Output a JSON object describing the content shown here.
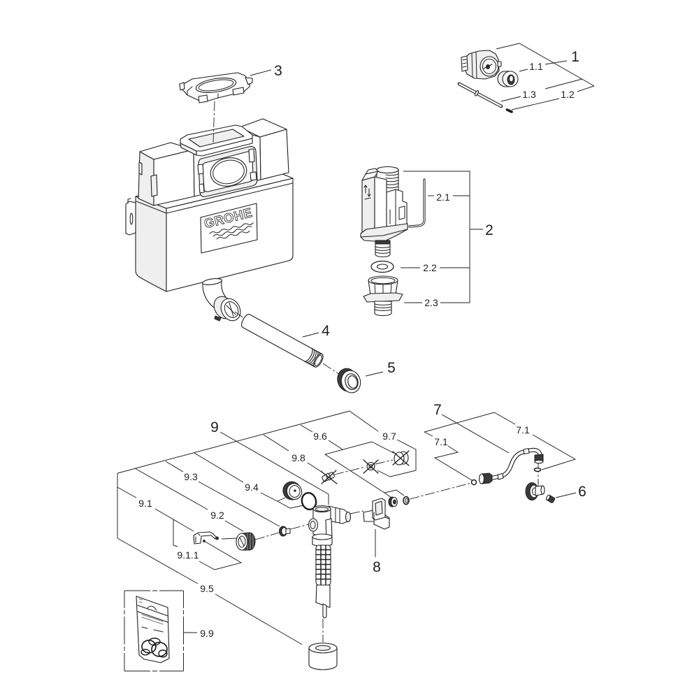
{
  "logo": {
    "text": "GROHE"
  },
  "colors": {
    "line": "#1e1e1e",
    "background": "#ffffff",
    "shade": "#efefef",
    "dark_fill": "#3b3b3b"
  },
  "assemblies": [
    {
      "number": "1",
      "components": [
        "1.1",
        "1.2",
        "1.3"
      ]
    },
    {
      "number": "2",
      "components": [
        "2.1",
        "2.2",
        "2.3"
      ]
    },
    {
      "number": "3",
      "components": []
    },
    {
      "number": "4",
      "components": []
    },
    {
      "number": "5",
      "components": []
    },
    {
      "number": "6",
      "components": []
    },
    {
      "number": "7",
      "components": [
        "7.1",
        "7.1"
      ]
    },
    {
      "number": "8",
      "components": []
    },
    {
      "number": "9",
      "components": [
        "9.1",
        "9.1.1",
        "9.2",
        "9.3",
        "9.4",
        "9.5",
        "9.6",
        "9.7",
        "9.8",
        "9.9"
      ]
    }
  ]
}
